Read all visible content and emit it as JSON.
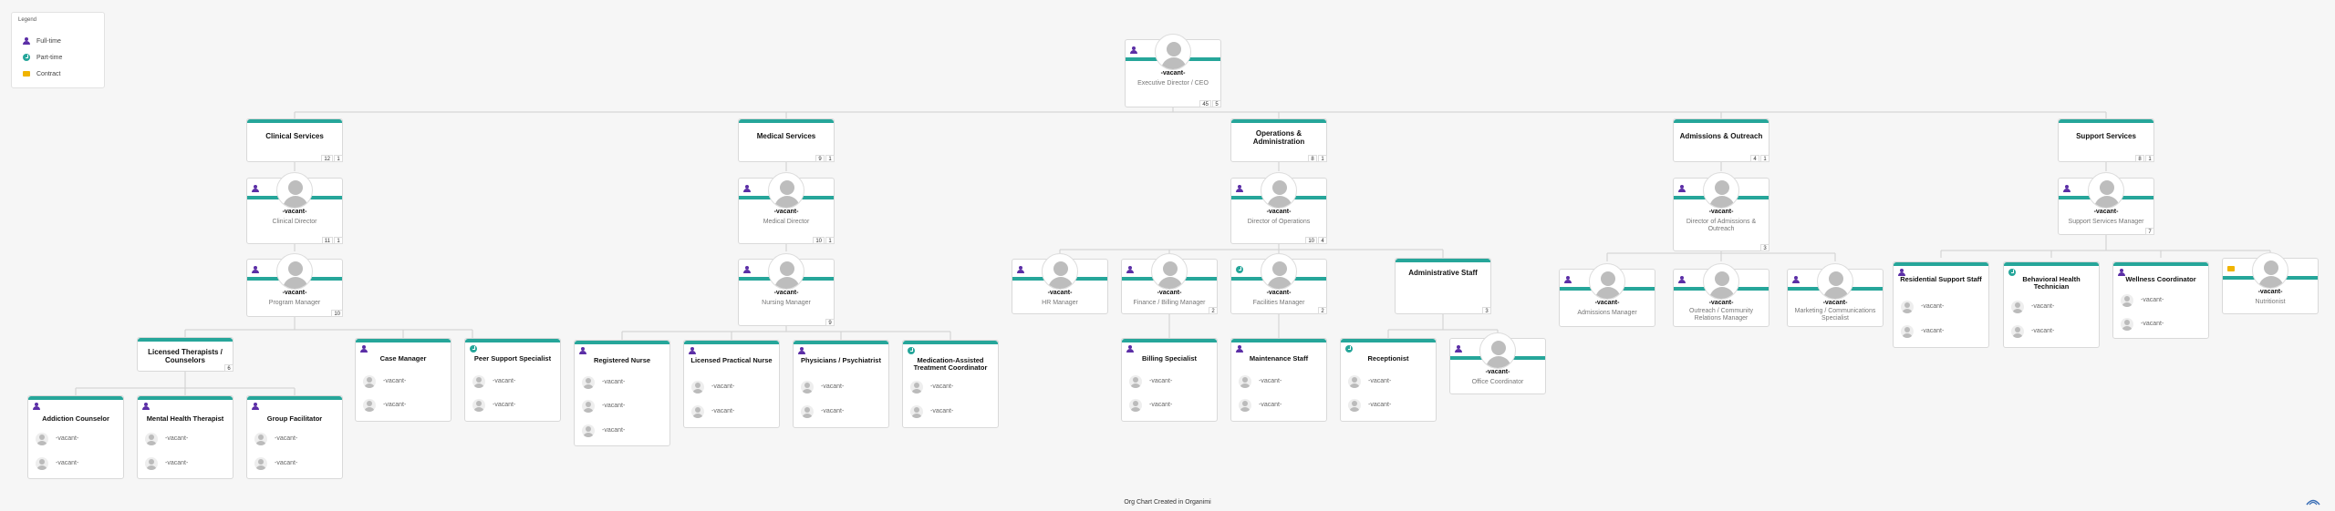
{
  "legend": {
    "title": "Legend",
    "items": [
      {
        "label": "Full-time",
        "icon": "full-time-icon"
      },
      {
        "label": "Part-time",
        "icon": "part-time-icon"
      },
      {
        "label": "Contract",
        "icon": "contract-icon"
      }
    ]
  },
  "vacant": "-vacant-",
  "ceo": {
    "name": "-vacant-",
    "title": "Executive Director / CEO",
    "count_a": "45",
    "count_b": "5"
  },
  "departments": {
    "clinical": {
      "title": "Clinical Services",
      "count_a": "12",
      "count_b": "1"
    },
    "medical": {
      "title": "Medical Services",
      "count_a": "9",
      "count_b": "1"
    },
    "operations": {
      "title": "Operations & Administration",
      "count_a": "8",
      "count_b": "1"
    },
    "admissions": {
      "title": "Admissions & Outreach",
      "count_a": "4",
      "count_b": "1"
    },
    "support": {
      "title": "Support Services",
      "count_a": "8",
      "count_b": "1"
    }
  },
  "positions": {
    "clinical_director": {
      "name": "-vacant-",
      "title": "Clinical Director",
      "count_a": "11",
      "count_b": "1"
    },
    "program_manager": {
      "name": "-vacant-",
      "title": "Program Manager",
      "count": "10"
    },
    "medical_director": {
      "name": "-vacant-",
      "title": "Medical Director",
      "count_a": "10",
      "count_b": "1"
    },
    "nursing_manager": {
      "name": "-vacant-",
      "title": "Nursing Manager",
      "count": "9"
    },
    "director_operations": {
      "name": "-vacant-",
      "title": "Director of Operations",
      "count_a": "10",
      "count_b": "4"
    },
    "hr_manager": {
      "name": "-vacant-",
      "title": "HR Manager"
    },
    "finance_manager": {
      "name": "-vacant-",
      "title": "Finance / Billing Manager",
      "count": "2"
    },
    "facilities_manager": {
      "name": "-vacant-",
      "title": "Facilities Manager",
      "count": "2"
    },
    "director_admissions": {
      "name": "-vacant-",
      "title": "Director of Admissions & Outreach",
      "count": "3"
    },
    "admissions_manager": {
      "name": "-vacant-",
      "title": "Admissions Manager"
    },
    "outreach_manager": {
      "name": "-vacant-",
      "title": "Outreach / Community Relations Manager"
    },
    "marketing_specialist": {
      "name": "-vacant-",
      "title": "Marketing / Communications Specialist"
    },
    "support_manager": {
      "name": "-vacant-",
      "title": "Support Services Manager",
      "count": "7"
    },
    "nutritionist": {
      "name": "-vacant-",
      "title": "Nutritionist"
    },
    "office_coordinator": {
      "name": "-vacant-",
      "title": "Office Coordinator"
    }
  },
  "groups": {
    "licensed_therapists": {
      "title": "Licensed Therapists / Counselors",
      "count": "6"
    },
    "admin_staff": {
      "title": "Administrative Staff",
      "count": "3"
    },
    "case_manager": {
      "title": "Case Manager"
    },
    "peer_support": {
      "title": "Peer Support Specialist"
    },
    "addiction_counselor": {
      "title": "Addiction Counselor"
    },
    "mental_health_therapist": {
      "title": "Mental Health Therapist"
    },
    "group_facilitator": {
      "title": "Group Facilitator"
    },
    "registered_nurse": {
      "title": "Registered Nurse"
    },
    "lpn": {
      "title": "Licensed Practical Nurse"
    },
    "physicians": {
      "title": "Physicians / Psychiatrist"
    },
    "mat_coordinator": {
      "title": "Medication-Assisted Treatment Coordinator"
    },
    "billing_specialist": {
      "title": "Billing Specialist"
    },
    "maintenance_staff": {
      "title": "Maintenance Staff"
    },
    "receptionist": {
      "title": "Receptionist"
    },
    "residential_support": {
      "title": "Residential Support Staff"
    },
    "behavioral_health_tech": {
      "title": "Behavioral Health Technician"
    },
    "wellness_coordinator": {
      "title": "Wellness Coordinator"
    }
  },
  "footer": "Org Chart Created in Organimi",
  "colors": {
    "accent": "#26a69a",
    "full_time": "#5b2ea6",
    "contract": "#f0b400",
    "line": "#cfcfcf"
  }
}
